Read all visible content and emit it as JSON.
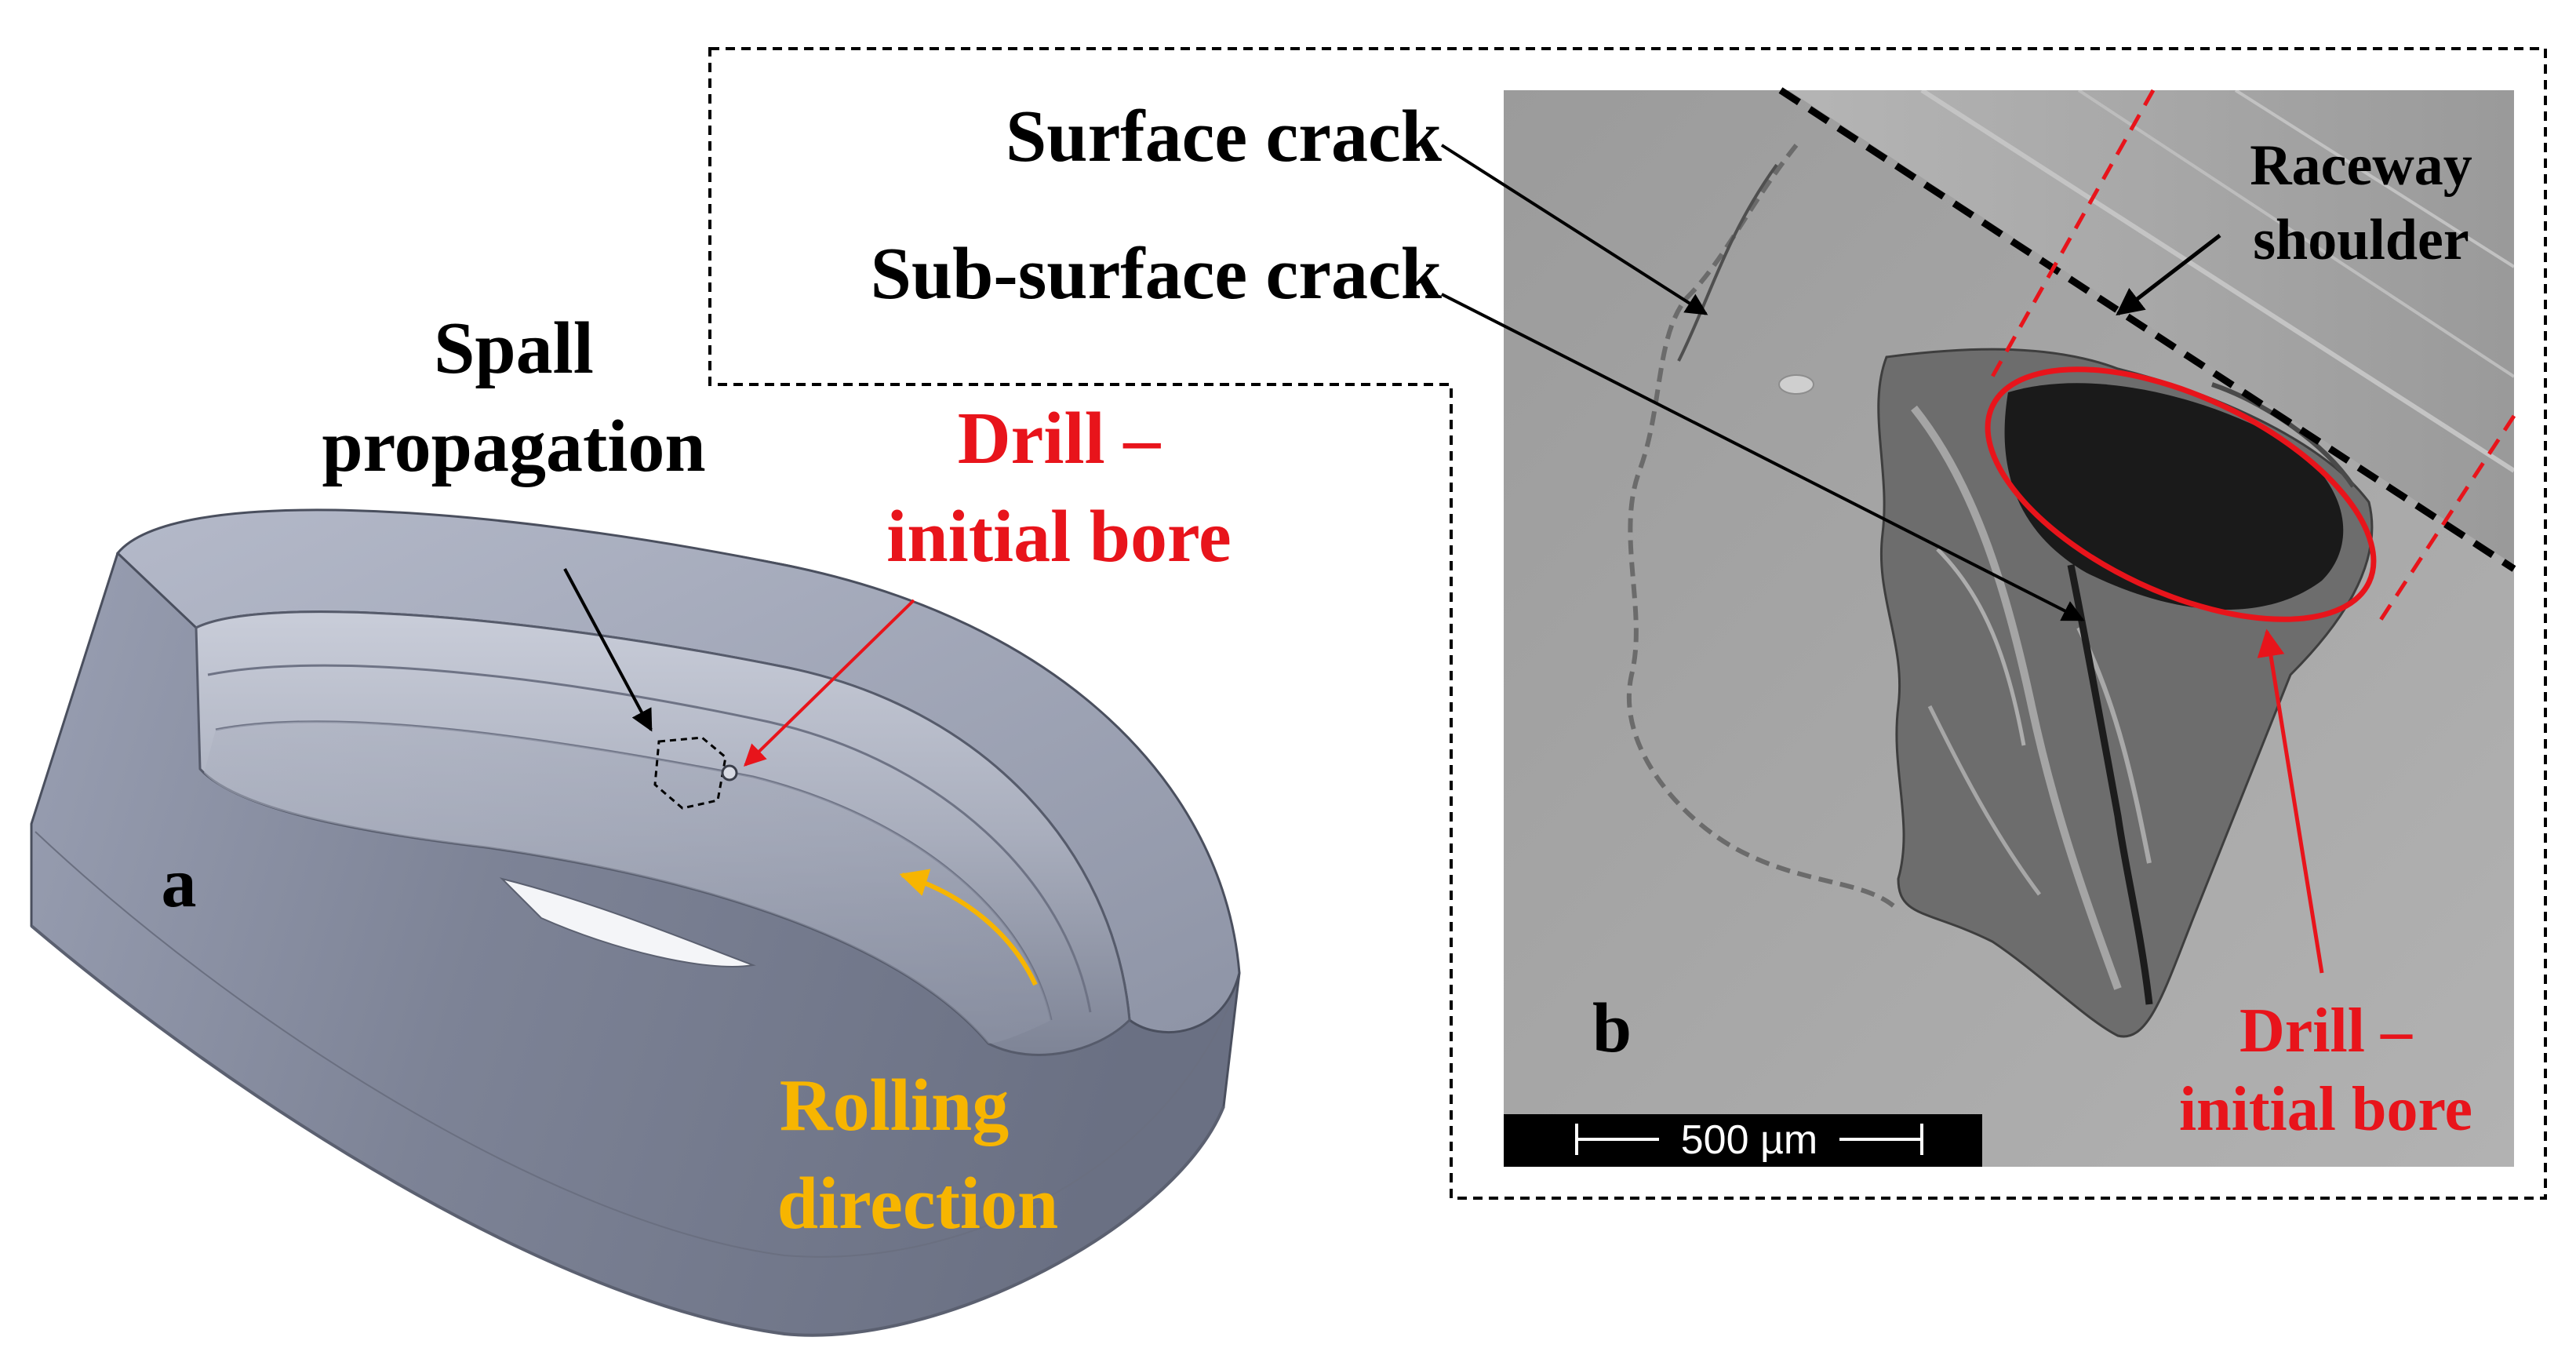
{
  "labels": {
    "spall_line1": "Spall",
    "spall_line2": "propagation",
    "drill_a_line1": "Drill –",
    "drill_a_line2": "initial bore",
    "panel_a": "a",
    "rolling_line1": "Rolling",
    "rolling_line2": "direction",
    "surface_crack": "Surface crack",
    "subsurface_crack": "Sub-surface crack",
    "raceway_line1": "Raceway",
    "raceway_line2": "shoulder",
    "panel_b": "b",
    "drill_b_line1": "Drill –",
    "drill_b_line2": "initial bore",
    "scale_bar": "500 µm"
  },
  "colors": {
    "text": "#000000",
    "drill_red": "#e8141b",
    "rolling_orange": "#f7b500",
    "bearing_body": "#8a90a2",
    "sem_background": "#a7a7a7"
  }
}
